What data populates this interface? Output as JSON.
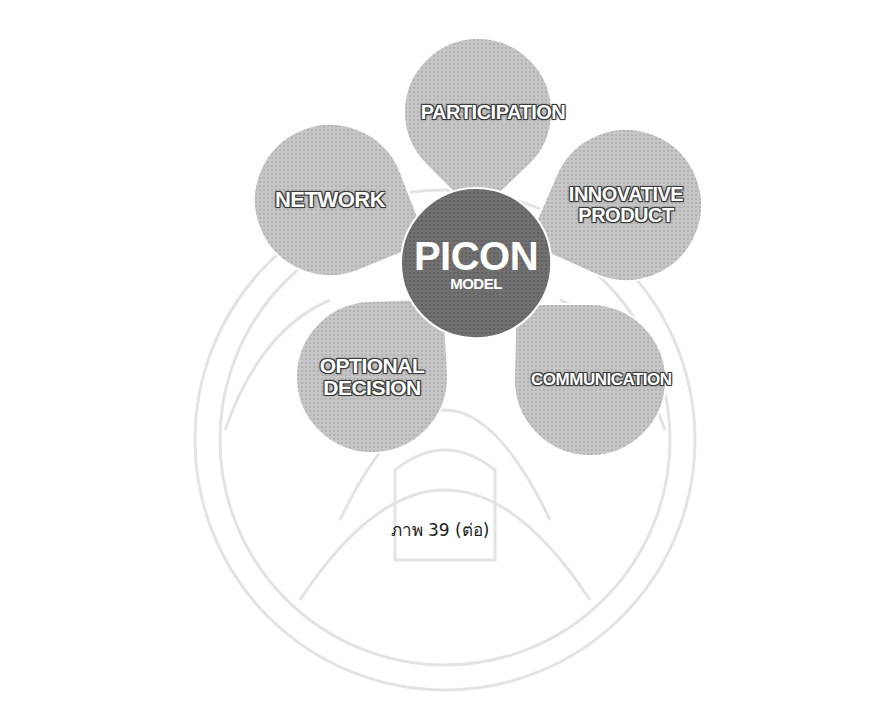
{
  "diagram": {
    "caption": "ภาพ 39 (ต่อ)",
    "nodes": [
      {
        "text": [
          "PARTICIPATION"
        ]
      },
      {
        "text": [
          "NETWORK"
        ]
      },
      {
        "text": [
          "PICON",
          "MODEL"
        ]
      },
      {
        "text": [
          "INNOVATIVE PRODUCT"
        ]
      },
      {
        "text": [
          "OPTIONAL DECISION"
        ]
      },
      {
        "text": [
          "COMMUNICATION"
        ]
      }
    ]
  }
}
